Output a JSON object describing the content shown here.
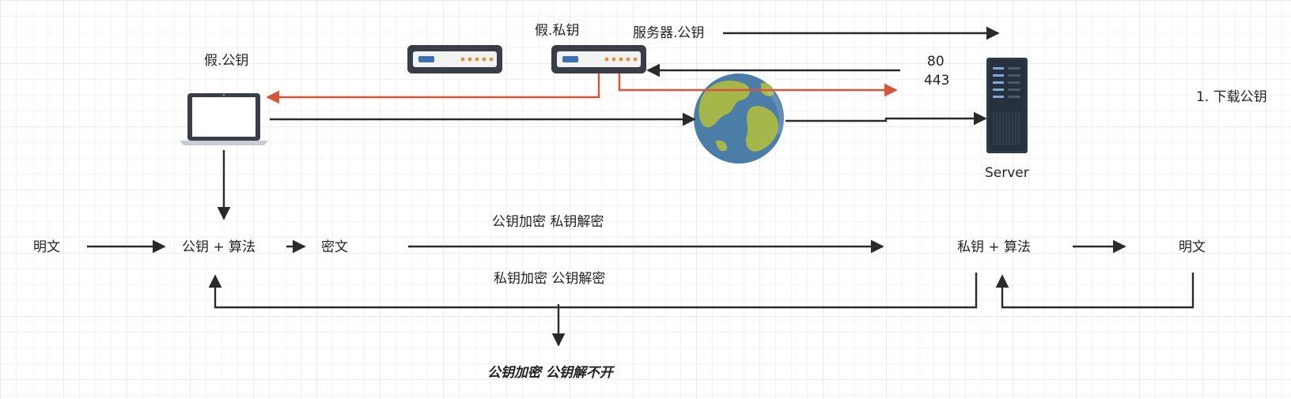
{
  "labels": {
    "fake_public_key": "假.公钥",
    "fake_private_key": "假.私钥",
    "server_public_key": "服务器.公钥",
    "port_80": "80",
    "port_443": "443",
    "step_download": "1. 下载公钥",
    "server": "Server",
    "plaintext_left": "明文",
    "public_key_algo": "公钥 + 算法",
    "ciphertext": "密文",
    "pub_encrypt_priv_decrypt": "公钥加密  私钥解密",
    "private_key_algo": "私钥 + 算法",
    "plaintext_right": "明文",
    "priv_encrypt_pub_decrypt": "私钥加密 公钥解密",
    "conclusion": "公钥加密 公钥解不开"
  },
  "icons": {
    "laptop": "laptop-icon",
    "router_1": "router-icon",
    "router_2": "router-icon",
    "globe": "globe-icon",
    "server": "server-icon"
  },
  "colors": {
    "arrow": "#2a2a2a",
    "attack_arrow": "#d9533a",
    "router_body": "#3a3d45",
    "router_panel": "#f2f2f2",
    "router_led_blue": "#3b6fb6",
    "router_led_orange": "#e0913a",
    "globe_ocean": "#4a7da8",
    "globe_land": "#a5b64a",
    "server_body": "#2f3a48"
  }
}
